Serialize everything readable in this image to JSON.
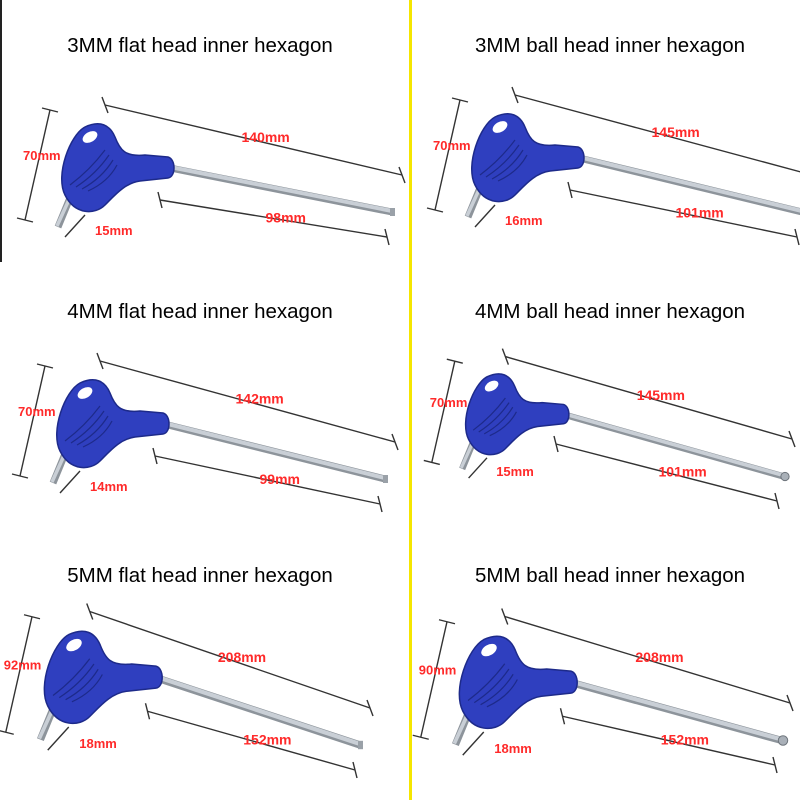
{
  "panels": [
    {
      "title": "3MM flat head inner hexagon",
      "height": "70mm",
      "length": "140mm",
      "shaft": "98mm",
      "stub": "15mm",
      "tip": "flat"
    },
    {
      "title": "3MM ball head inner hexagon",
      "height": "70mm",
      "length": "145mm",
      "shaft": "101mm",
      "stub": "16mm",
      "tip": "ball"
    },
    {
      "title": "4MM flat head inner hexagon",
      "height": "70mm",
      "length": "142mm",
      "shaft": "99mm",
      "stub": "14mm",
      "tip": "flat"
    },
    {
      "title": "4MM ball head inner hexagon",
      "height": "70mm",
      "length": "145mm",
      "shaft": "101mm",
      "stub": "15mm",
      "tip": "ball"
    },
    {
      "title": "5MM flat head inner hexagon",
      "height": "92mm",
      "length": "208mm",
      "shaft": "152mm",
      "stub": "18mm",
      "tip": "flat"
    },
    {
      "title": "5MM ball head inner hexagon",
      "height": "90mm",
      "length": "208mm",
      "shaft": "152mm",
      "stub": "18mm",
      "tip": "ball"
    }
  ],
  "colors": {
    "handle": "#2f3fbf",
    "handle_dark": "#1d2a8a",
    "shaft": "#c9cfd6",
    "dimension_text": "#ff2a2a",
    "divider": "#f5e600"
  },
  "icons": {
    "product": "t-handle-hex-key-wrench"
  }
}
